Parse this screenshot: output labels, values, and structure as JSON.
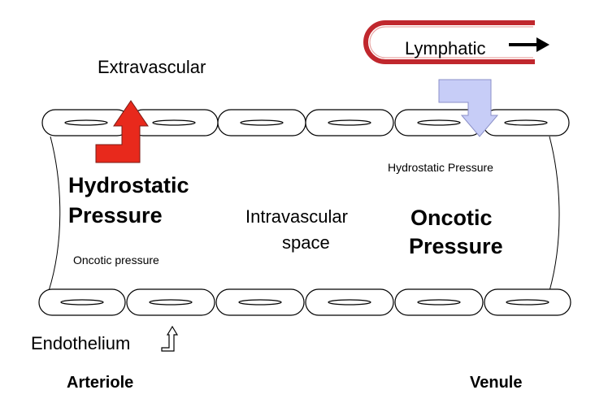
{
  "labels": {
    "extravascular": "Extravascular",
    "lymphatic": "Lymphatic",
    "hydrostatic_left_line1": "Hydrostatic",
    "hydrostatic_left_line2": "Pressure",
    "intravascular_line1": "Intravascular",
    "intravascular_line2": "space",
    "hydrostatic_right": "Hydrostatic Pressure",
    "oncotic_right_line1": "Oncotic",
    "oncotic_right_line2": "Pressure",
    "oncotic_left": "Oncotic pressure",
    "endothelium": "Endothelium",
    "arteriole": "Arteriole",
    "venule": "Venule"
  },
  "icons": {
    "outflow_arrow": "red-up-arrow",
    "inflow_arrow": "lavender-down-arrow",
    "lymph_arrow": "black-right-arrow",
    "endothelium_pointer": "outline-up-arrow"
  },
  "colors": {
    "outflow_arrow": "#e8291c",
    "inflow_arrow": "#c7cdf7",
    "lymphatic_vessel": "#c0272d"
  }
}
